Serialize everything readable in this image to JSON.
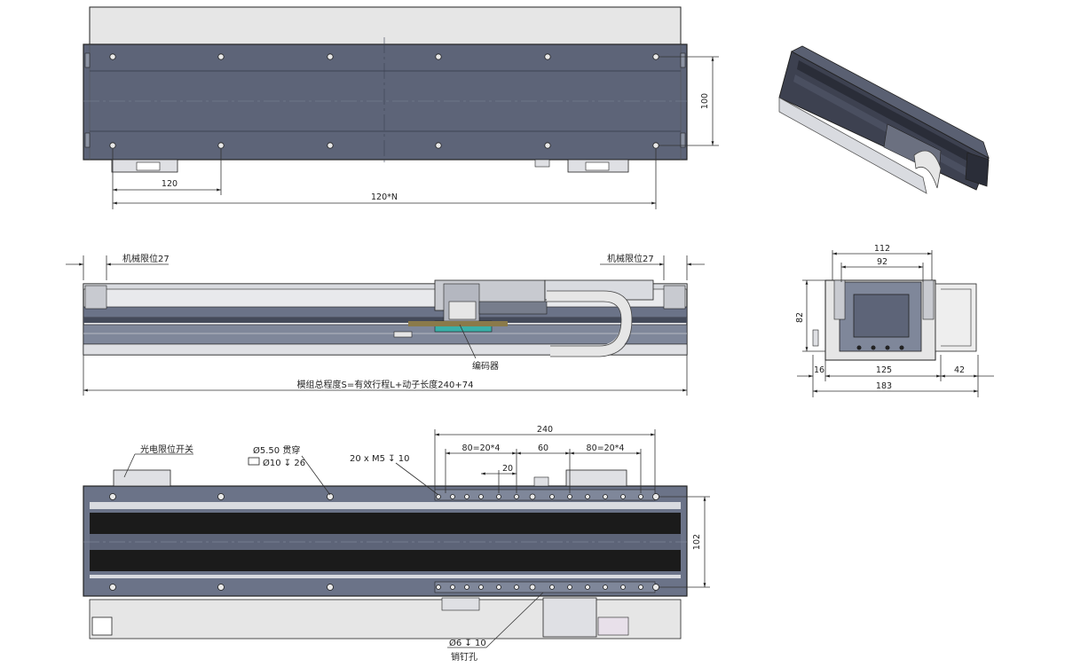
{
  "top_view": {
    "dim_height": "100",
    "dim_pitch": "120",
    "dim_total": "120*N"
  },
  "front_view": {
    "mech_limit_left": "机械限位27",
    "mech_limit_right": "机械限位27",
    "encoder_label": "编码器",
    "total_length_note": "模组总程度S=有效行程L+动子长度240+74"
  },
  "side_view": {
    "dim_112": "112",
    "dim_92": "92",
    "dim_82": "82",
    "dim_16": "16",
    "dim_125": "125",
    "dim_42": "42",
    "dim_183": "183"
  },
  "bottom_view": {
    "photo_switch": "光电限位开关",
    "hole_spec_1": "Ø5.50 贯穿",
    "hole_spec_2": "Ø10 ↧ 26",
    "tap_spec": "20 x M5 ↧ 10",
    "dim_240": "240",
    "dim_80_left": "80=20*4",
    "dim_60": "60",
    "dim_80_right": "80=20*4",
    "dim_20": "20",
    "dim_102": "102",
    "pin_spec": "Ø6 ↧ 10",
    "pin_label": "销钉孔"
  },
  "colors": {
    "body_dark": "#5d6478",
    "body_mid": "#6b7388",
    "rail_light": "#d9dbe0",
    "cover_light": "#e6e6e6",
    "belt_black": "#1b1b1b",
    "encoder_teal": "#3ab0a8",
    "rail_olive": "#8a7a4a"
  }
}
